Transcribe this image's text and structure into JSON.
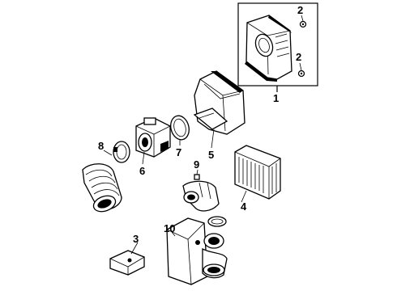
{
  "callouts": {
    "c1": "1",
    "c2a": "2",
    "c2b": "2",
    "c3": "3",
    "c4": "4",
    "c5": "5",
    "c6": "6",
    "c7": "7",
    "c8": "8",
    "c9": "9",
    "c10": "10"
  }
}
